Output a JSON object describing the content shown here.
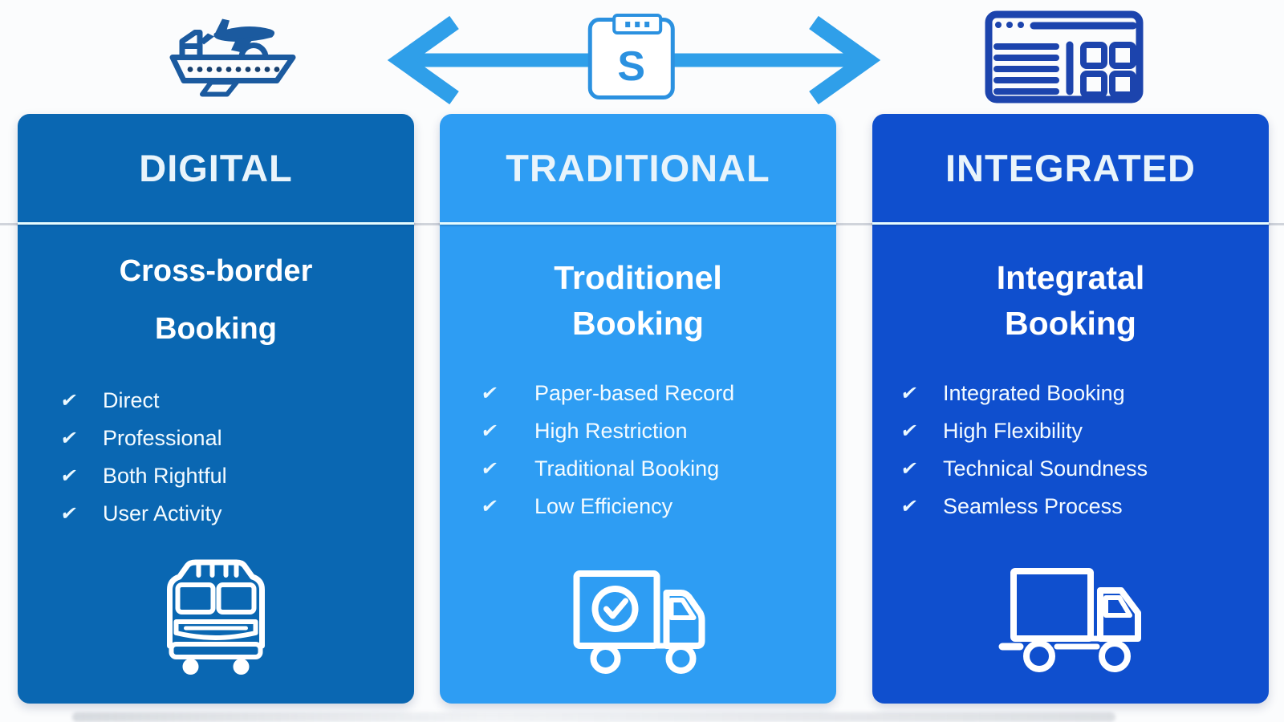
{
  "top": {
    "left_icon": "ship-with-plane",
    "center_icon": "two-way-arrow-with-s-badge",
    "right_icon": "browser-window-grid",
    "badge_letter": "S"
  },
  "icons": {
    "check": "✔"
  },
  "colors": {
    "digital_bg": "#0a67b2",
    "traditional_bg": "#2e9df3",
    "integrated_bg": "#0f4fce",
    "arrow": "#2f9fe9",
    "ship_icon": "#1b5a9f",
    "browser_icon": "#1c44ad",
    "divider": "#e6fcff",
    "text": "#ffffff"
  },
  "columns": [
    {
      "id": "digital",
      "header": "DIGITAL",
      "title_line1": "Cross-border",
      "title_line2": "Booking",
      "items": [
        "Direct",
        "Professional",
        "Both Rightful",
        "User Activity"
      ],
      "bottom_icon": "bus-front"
    },
    {
      "id": "traditional",
      "header": "TRADITIONAL",
      "title_line1": "Troditionel",
      "title_line2": "Booking",
      "items": [
        "Paper-based Record",
        "High Restriction",
        "Traditional Booking",
        "Low Efficiency"
      ],
      "bottom_icon": "delivery-truck-check"
    },
    {
      "id": "integrated",
      "header": "INTEGRATED",
      "title_line1": "Integratal",
      "title_line2": "Booking",
      "items": [
        "Integrated Booking",
        "High Flexibility",
        "Technical Soundness",
        "Seamless Process"
      ],
      "bottom_icon": "delivery-truck"
    }
  ]
}
